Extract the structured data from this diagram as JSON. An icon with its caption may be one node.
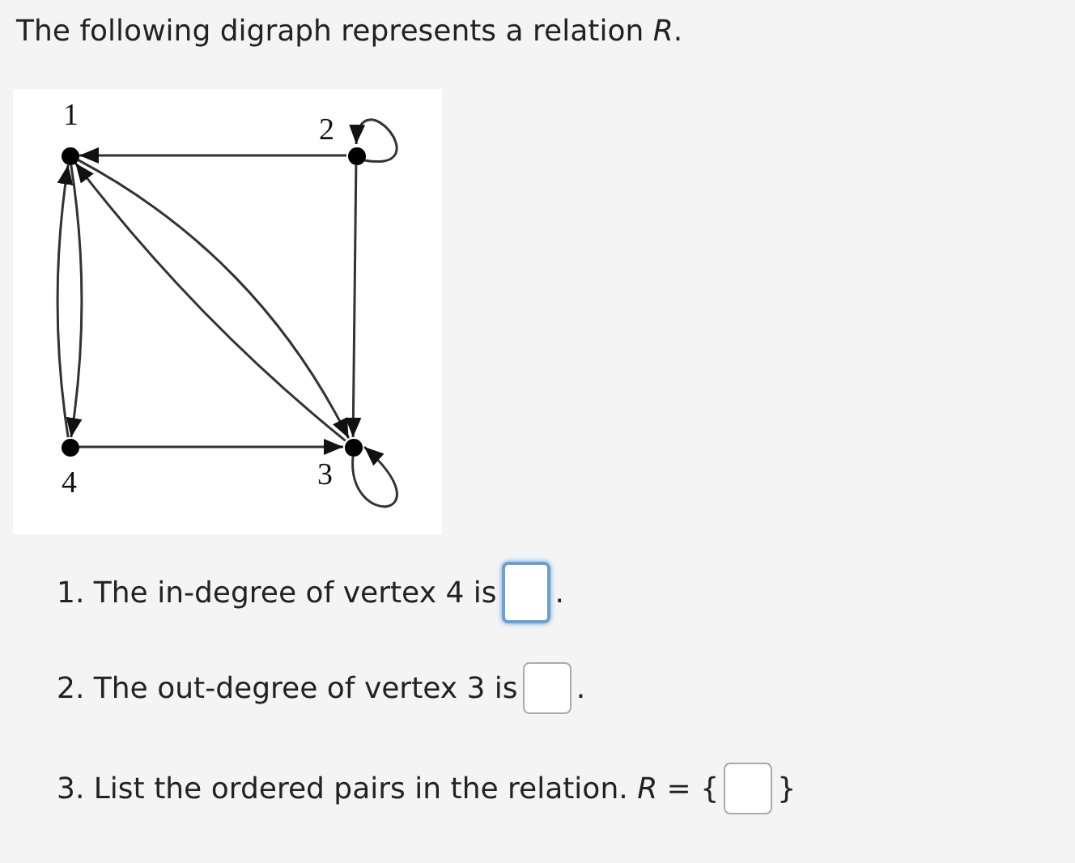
{
  "diagram": {
    "title": "The following digraph represents a relation *R*.",
    "nodes": [
      {
        "text": [],
        "shape": "circle",
        "beside": [
          "1"
        ]
      },
      {
        "text": [],
        "shape": "circle",
        "beside": [
          "2"
        ]
      },
      {
        "text": [],
        "shape": "circle",
        "beside": [
          "3"
        ]
      },
      {
        "text": [],
        "shape": "circle",
        "beside": [
          "4"
        ]
      }
    ],
    "edges": [
      {
        "from": 1,
        "to": 0,
        "arrow": "to"
      },
      {
        "from": 1,
        "to": 1,
        "arrow": "to"
      },
      {
        "from": 1,
        "to": 2,
        "arrow": "to"
      },
      {
        "from": 0,
        "to": 3,
        "arrow": "to"
      },
      {
        "from": 3,
        "to": 0,
        "arrow": "to"
      },
      {
        "from": 0,
        "to": 2,
        "arrow": "to"
      },
      {
        "from": 2,
        "to": 0,
        "arrow": "to"
      },
      {
        "from": 3,
        "to": 2,
        "arrow": "to"
      },
      {
        "from": 2,
        "to": 2,
        "arrow": "to"
      }
    ],
    "labels": [
      "1. The in-degree of vertex 4 is",
      ".",
      "2. The out-degree of vertex 3 is",
      ".",
      "3. List the ordered pairs in the relation. *R* = {",
      "}"
    ]
  }
}
